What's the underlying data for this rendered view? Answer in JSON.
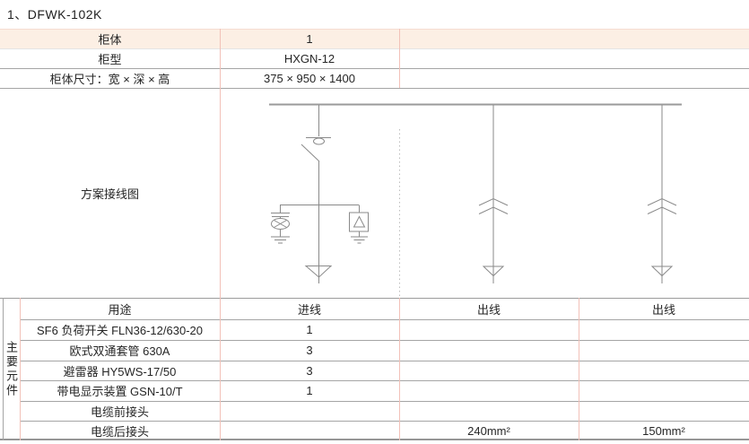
{
  "title": "1、DFWK-102K",
  "cabinet": {
    "rows": [
      {
        "label": "柜体",
        "value": "1"
      },
      {
        "label": "柜型",
        "value": "HXGN-12"
      },
      {
        "label": "柜体尺寸：宽 × 深 × 高",
        "value": "375 × 950 × 1400"
      }
    ]
  },
  "diagram": {
    "label": "方案接线图",
    "symbols": [
      "busbar",
      "load-switch",
      "live-display-device",
      "surge-arrester",
      "ground",
      "cable-terminal",
      "bushing-connector"
    ]
  },
  "usage": {
    "label": "用途",
    "incoming": "进线",
    "outgoing1": "出线",
    "outgoing2": "出线"
  },
  "components": {
    "group_label": "主要元件",
    "rows": [
      {
        "label": "SF6 负荷开关 FLN36-12/630-20",
        "incoming": "1",
        "outgoing1": "",
        "outgoing2": ""
      },
      {
        "label": "欧式双通套管  630A",
        "incoming": "3",
        "outgoing1": "",
        "outgoing2": ""
      },
      {
        "label": "避雷器  HY5WS-17/50",
        "incoming": "3",
        "outgoing1": "",
        "outgoing2": ""
      },
      {
        "label": "带电显示装置  GSN-10/T",
        "incoming": "1",
        "outgoing1": "",
        "outgoing2": ""
      },
      {
        "label": "电缆前接头",
        "incoming": "",
        "outgoing1": "",
        "outgoing2": ""
      },
      {
        "label": "电缆后接头",
        "incoming": "",
        "outgoing1": "240mm²",
        "outgoing2": "150mm²"
      }
    ]
  },
  "colors": {
    "header_fill": "#fcefe4",
    "grid_pink": "#f2c1b8",
    "grid_gray": "#a5a5a5",
    "diagram_stroke": "#8a8a8a",
    "text": "#262626"
  }
}
